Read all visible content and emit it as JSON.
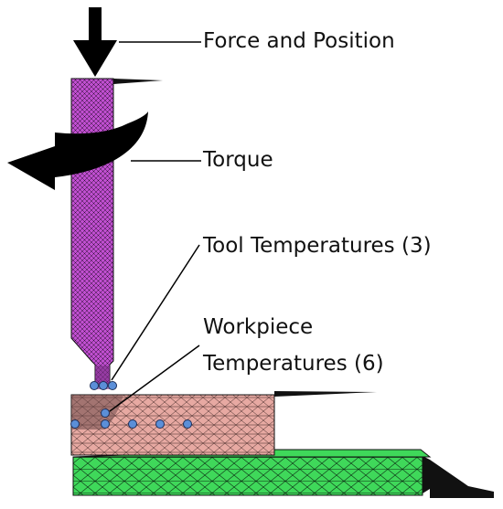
{
  "labels": {
    "force": "Force and Position",
    "torque": "Torque",
    "tool_temps": "Tool Temperatures (3)",
    "workpiece_line1": "Workpiece",
    "workpiece_line2": "Temperatures (6)"
  },
  "colors": {
    "tool": "#c04fd0",
    "workpiece": "#e7a9a2",
    "backing_plate": "#3fd85a",
    "sensor": "#5b8fd8",
    "arrow": "#000000",
    "mesh": "#111111"
  }
}
